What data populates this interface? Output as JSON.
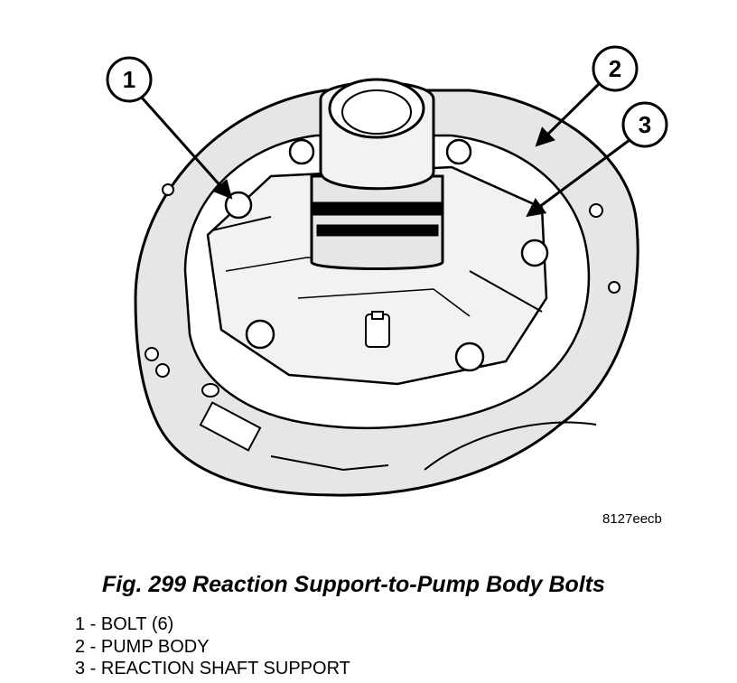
{
  "figure": {
    "code": "8127eecb",
    "caption": "Fig. 299 Reaction Support-to-Pump Body Bolts",
    "callouts": [
      "1",
      "2",
      "3"
    ]
  },
  "legend": [
    "1 - BOLT (6)",
    "2 - PUMP BODY",
    "3 - REACTION SHAFT SUPPORT"
  ]
}
